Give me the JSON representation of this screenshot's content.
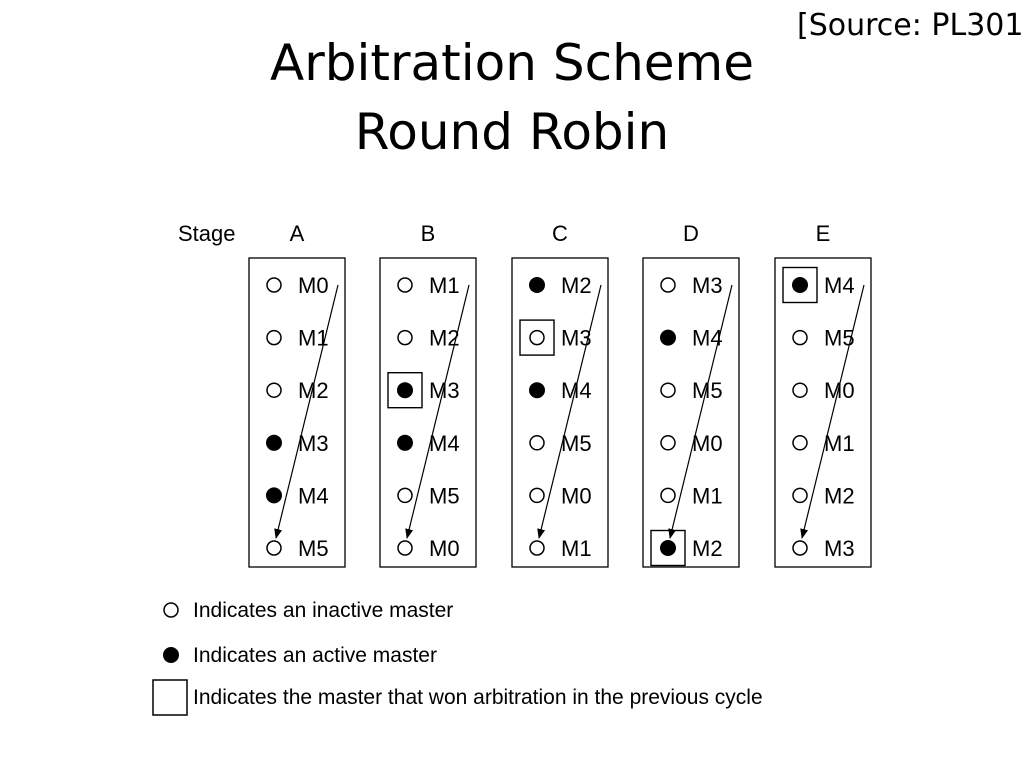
{
  "source": "[Source: PL301",
  "title": [
    "Arbitration Scheme",
    "Round Robin"
  ],
  "stage_label": "Stage",
  "stages": [
    {
      "name": "A",
      "rows": [
        {
          "m": "M0",
          "active": false,
          "won": false
        },
        {
          "m": "M1",
          "active": false,
          "won": false
        },
        {
          "m": "M2",
          "active": false,
          "won": false
        },
        {
          "m": "M3",
          "active": true,
          "won": false
        },
        {
          "m": "M4",
          "active": true,
          "won": false
        },
        {
          "m": "M5",
          "active": false,
          "won": false
        }
      ]
    },
    {
      "name": "B",
      "rows": [
        {
          "m": "M1",
          "active": false,
          "won": false
        },
        {
          "m": "M2",
          "active": false,
          "won": false
        },
        {
          "m": "M3",
          "active": true,
          "won": true
        },
        {
          "m": "M4",
          "active": true,
          "won": false
        },
        {
          "m": "M5",
          "active": false,
          "won": false
        },
        {
          "m": "M0",
          "active": false,
          "won": false
        }
      ]
    },
    {
      "name": "C",
      "rows": [
        {
          "m": "M2",
          "active": true,
          "won": false
        },
        {
          "m": "M3",
          "active": false,
          "won": true
        },
        {
          "m": "M4",
          "active": true,
          "won": false
        },
        {
          "m": "M5",
          "active": false,
          "won": false
        },
        {
          "m": "M0",
          "active": false,
          "won": false
        },
        {
          "m": "M1",
          "active": false,
          "won": false
        }
      ]
    },
    {
      "name": "D",
      "rows": [
        {
          "m": "M3",
          "active": false,
          "won": false
        },
        {
          "m": "M4",
          "active": true,
          "won": false
        },
        {
          "m": "M5",
          "active": false,
          "won": false
        },
        {
          "m": "M0",
          "active": false,
          "won": false
        },
        {
          "m": "M1",
          "active": false,
          "won": false
        },
        {
          "m": "M2",
          "active": true,
          "won": true
        }
      ]
    },
    {
      "name": "E",
      "rows": [
        {
          "m": "M4",
          "active": true,
          "won": true
        },
        {
          "m": "M5",
          "active": false,
          "won": false
        },
        {
          "m": "M0",
          "active": false,
          "won": false
        },
        {
          "m": "M1",
          "active": false,
          "won": false
        },
        {
          "m": "M2",
          "active": false,
          "won": false
        },
        {
          "m": "M3",
          "active": false,
          "won": false
        }
      ]
    }
  ],
  "legend": {
    "inactive": "Indicates an inactive master",
    "active": "Indicates an active master",
    "won": "Indicates the master that won arbitration in the previous cycle"
  }
}
